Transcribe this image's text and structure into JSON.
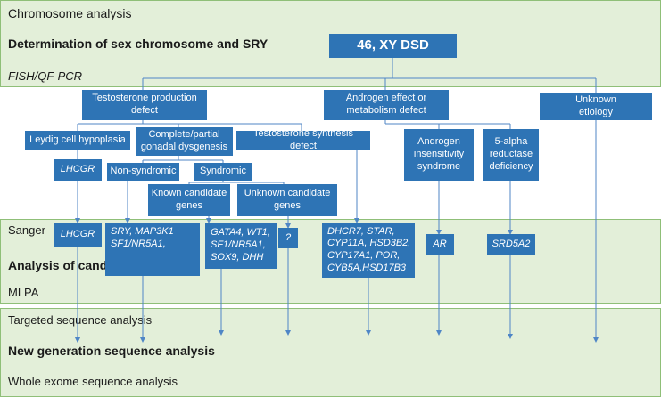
{
  "bands": {
    "top": {
      "chromosome_analysis": "Chromosome analysis",
      "determination": "Determination of sex chromosome and SRY",
      "fish": "FISH/QF-PCR"
    },
    "middle": {
      "sanger": "Sanger",
      "analysis": "Analysis of candidate genes",
      "mlpa": "MLPA"
    },
    "bottom": {
      "targeted": "Targeted sequence analysis",
      "ngs": "New generation sequence analysis",
      "wes": "Whole exome sequence analysis"
    }
  },
  "boxes": {
    "root": "46, XY DSD",
    "testosterone_production": "Testosterone production\ndefect",
    "androgen_effect": "Androgen effect or\nmetabolism defect",
    "unknown_etiology": "Unknown\netiology",
    "leydig": "Leydig cell hypoplasia",
    "gonadal": "Complete/partial\ngonadal dysgenesis",
    "synthesis": "Testosterone synthesis defect",
    "ais": "Androgen\ninsensitivity\nsyndrome",
    "reductase": "5-alpha\nreductase\ndeficiency",
    "lhcgr_top": "LHCGR",
    "nonsyndromic": "Non-syndromic",
    "syndromic": "Syndromic",
    "known": "Known candidate\ngenes",
    "unknown_cand": "Unknown candidate\ngenes",
    "lhcgr_gene": "LHCGR",
    "sry_genes": "SRY, MAP3K1\nSF1/NR5A1,",
    "gata_genes": "GATA4, WT1,\nSF1/NR5A1,\nSOX9, DHH",
    "question": "?",
    "dhcr_genes": "DHCR7, STAR,\nCYP11A, HSD3B2,\nCYP17A1, POR,\nCYB5A,HSD17B3",
    "ar_gene": "AR",
    "srd_gene": "SRD5A2"
  },
  "colors": {
    "box": "#2e74b5",
    "band_fill": "#e3efd9",
    "band_border": "#8fbf78",
    "connector": "#4f86c6"
  }
}
